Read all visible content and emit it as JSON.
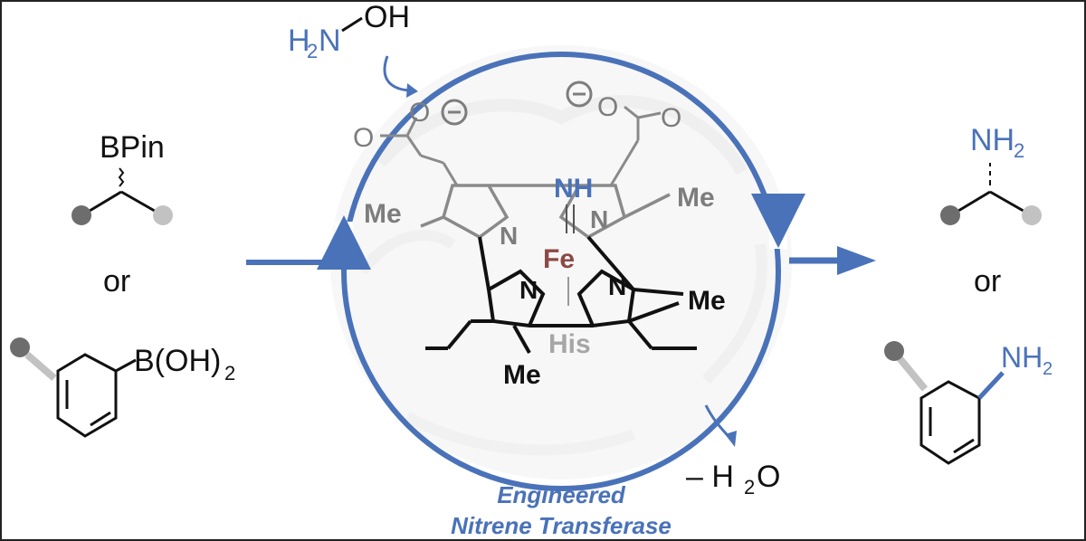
{
  "colors": {
    "accent_blue": "#4a72b9",
    "heme_gray": "#7d7d7d",
    "iron_brown": "#8b4a45",
    "black": "#111111"
  },
  "reagent": {
    "left": "H",
    "left_sub": "2",
    "n": "N",
    "oh": "OH"
  },
  "byproduct": {
    "prefix": "– H",
    "sub": "2",
    "suffix": "O"
  },
  "substrates": {
    "boronate_label": "BPin",
    "or_label": "or",
    "boronic_acid_label": "B(OH)",
    "boronic_acid_sub": "2"
  },
  "products": {
    "amine_label": "NH",
    "amine_sub": "2",
    "or_label": "or",
    "aniline_label": "NH",
    "aniline_sub": "2"
  },
  "heme": {
    "nh": "NH",
    "fe": "Fe",
    "n": "N",
    "me": "Me",
    "his": "His",
    "o": "O",
    "minus": "−"
  },
  "caption": {
    "line1": "Engineered",
    "line2": "Nitrene Transferase"
  }
}
